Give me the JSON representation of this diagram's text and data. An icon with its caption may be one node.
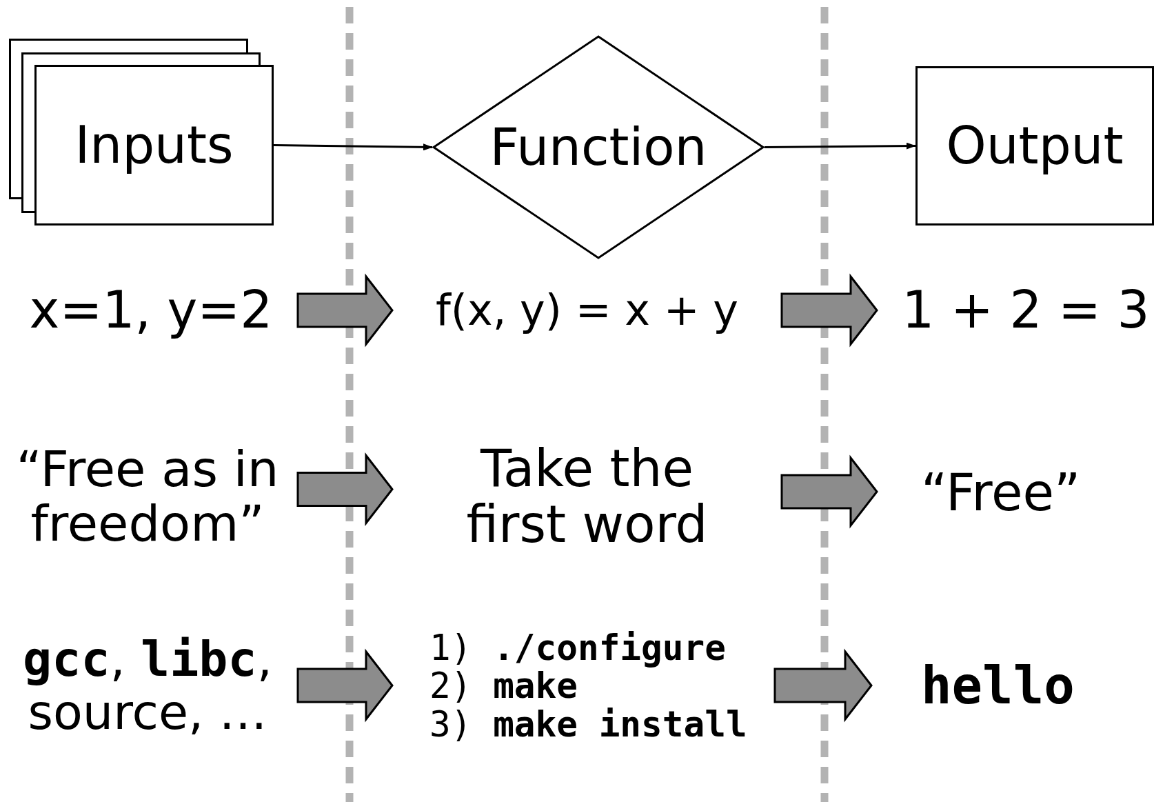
{
  "diagram": {
    "nodes": [
      {
        "text": [
          "Inputs"
        ]
      },
      {
        "text": [
          "Function"
        ]
      },
      {
        "text": [
          "Output"
        ]
      },
      {
        "text": [
          "x=1, y=2"
        ]
      },
      {
        "text": [
          "f(x, y) = x + y"
        ]
      },
      {
        "text": [
          "1 + 2 = 3"
        ]
      },
      {
        "text": [
          "“Free as in freedom”"
        ]
      },
      {
        "text": [
          "Take the first word"
        ]
      },
      {
        "text": [
          "“Free”"
        ]
      },
      {
        "text": [
          "**gcc**, **libc**, source, …"
        ]
      },
      {
        "text": [
          "1) **./configure**",
          "2) **make**",
          "3) **make install**"
        ]
      },
      {
        "text": [
          "hello"
        ]
      }
    ],
    "edges": [
      {
        "from": 0,
        "to": 1,
        "arrow": "to"
      },
      {
        "from": 1,
        "to": 2,
        "arrow": "to"
      },
      {
        "from": 3,
        "to": 4,
        "arrow": "to",
        "style": "thick"
      },
      {
        "from": 4,
        "to": 5,
        "arrow": "to",
        "style": "thick"
      },
      {
        "from": 6,
        "to": 7,
        "arrow": "to",
        "style": "thick"
      },
      {
        "from": 7,
        "to": 8,
        "arrow": "to",
        "style": "thick"
      },
      {
        "from": 9,
        "to": 10,
        "arrow": "to",
        "style": "thick"
      },
      {
        "from": 10,
        "to": 11,
        "arrow": "to",
        "style": "thick"
      }
    ]
  }
}
